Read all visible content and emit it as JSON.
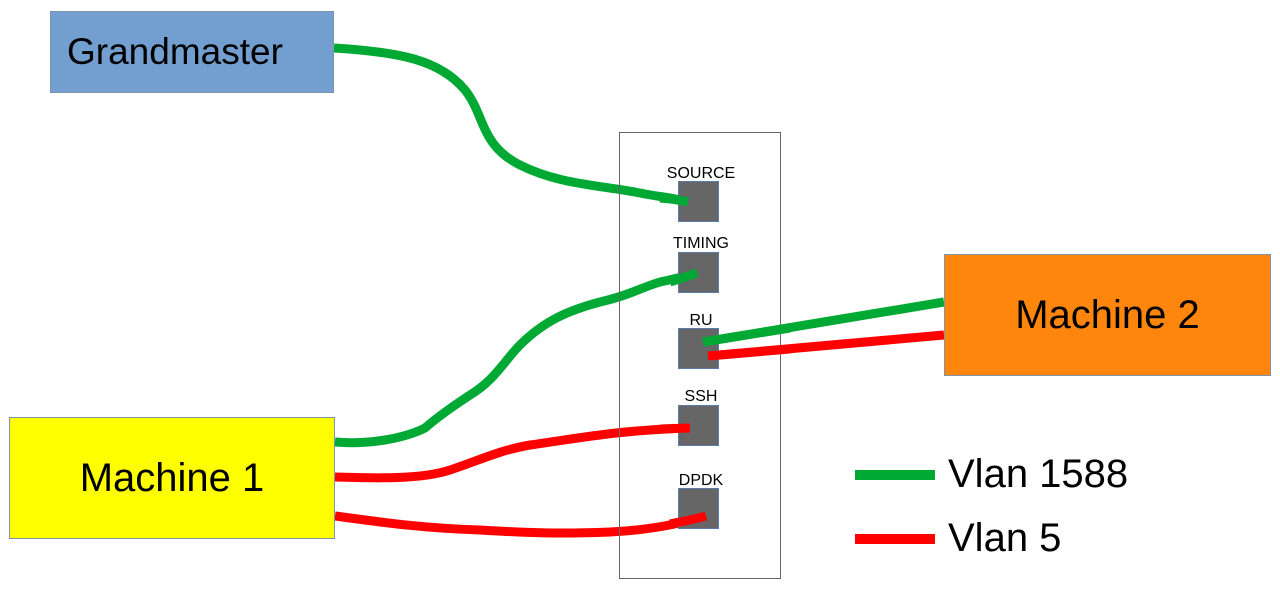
{
  "diagram": {
    "nodes": {
      "grandmaster": {
        "label": "Grandmaster",
        "color": "#729fcf"
      },
      "machine1": {
        "label": "Machine 1",
        "color": "#ffff00"
      },
      "machine2": {
        "label": "Machine 2",
        "color": "#ff860d"
      }
    },
    "switch": {
      "ports": [
        {
          "id": "source",
          "label": "SOURCE"
        },
        {
          "id": "timing",
          "label": "TIMING"
        },
        {
          "id": "ru",
          "label": "RU"
        },
        {
          "id": "ssh",
          "label": "SSH"
        },
        {
          "id": "dpdk",
          "label": "DPDK"
        }
      ]
    },
    "connections": [
      {
        "from": "Grandmaster",
        "to": "SOURCE",
        "vlan": "Vlan 1588"
      },
      {
        "from": "Machine 1",
        "to": "TIMING",
        "vlan": "Vlan 1588"
      },
      {
        "from": "Machine 1",
        "to": "SSH",
        "vlan": "Vlan 5"
      },
      {
        "from": "Machine 1",
        "to": "DPDK",
        "vlan": "Vlan 5"
      },
      {
        "from": "Machine 2",
        "to": "RU",
        "vlan": "Vlan 1588"
      },
      {
        "from": "Machine 2",
        "to": "RU",
        "vlan": "Vlan 5"
      }
    ],
    "legend": [
      {
        "label": "Vlan 1588",
        "color": "#00a933"
      },
      {
        "label": "Vlan 5",
        "color": "#ff0000"
      }
    ]
  }
}
